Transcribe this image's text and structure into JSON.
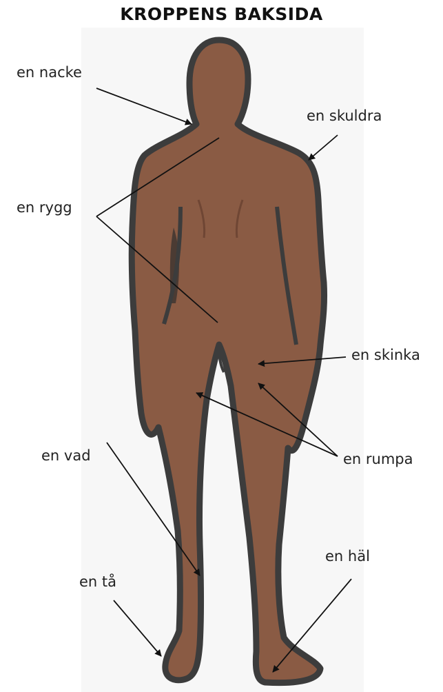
{
  "title": "KROPPENS BAKSIDA",
  "labels": {
    "neck": "en nacke",
    "shoulder": "en skuldra",
    "back": "en rygg",
    "buttock": "en skinka",
    "bottom": "en  rumpa",
    "calf": "en vad",
    "toe": "en tå",
    "heel": "en häl"
  },
  "colors": {
    "skin": "#8a5b44",
    "outline": "#3c3c3c",
    "background": "#f7f7f7"
  }
}
